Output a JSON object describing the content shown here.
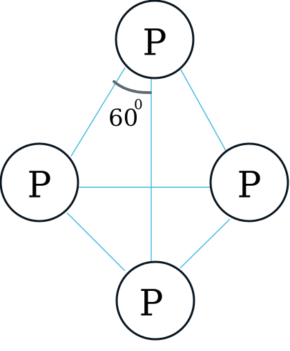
{
  "diagram": {
    "nodes": [
      {
        "id": "top",
        "label": "P"
      },
      {
        "id": "left",
        "label": "P"
      },
      {
        "id": "right",
        "label": "P"
      },
      {
        "id": "bottom",
        "label": "P"
      }
    ],
    "angle": {
      "value": "60",
      "superscript": "0"
    },
    "colors": {
      "edge": "#3bb8e0",
      "node_stroke": "#0a1620",
      "angle_arc": "#5f6a70",
      "node_fill": "#ffffff",
      "text": "#000000"
    }
  }
}
